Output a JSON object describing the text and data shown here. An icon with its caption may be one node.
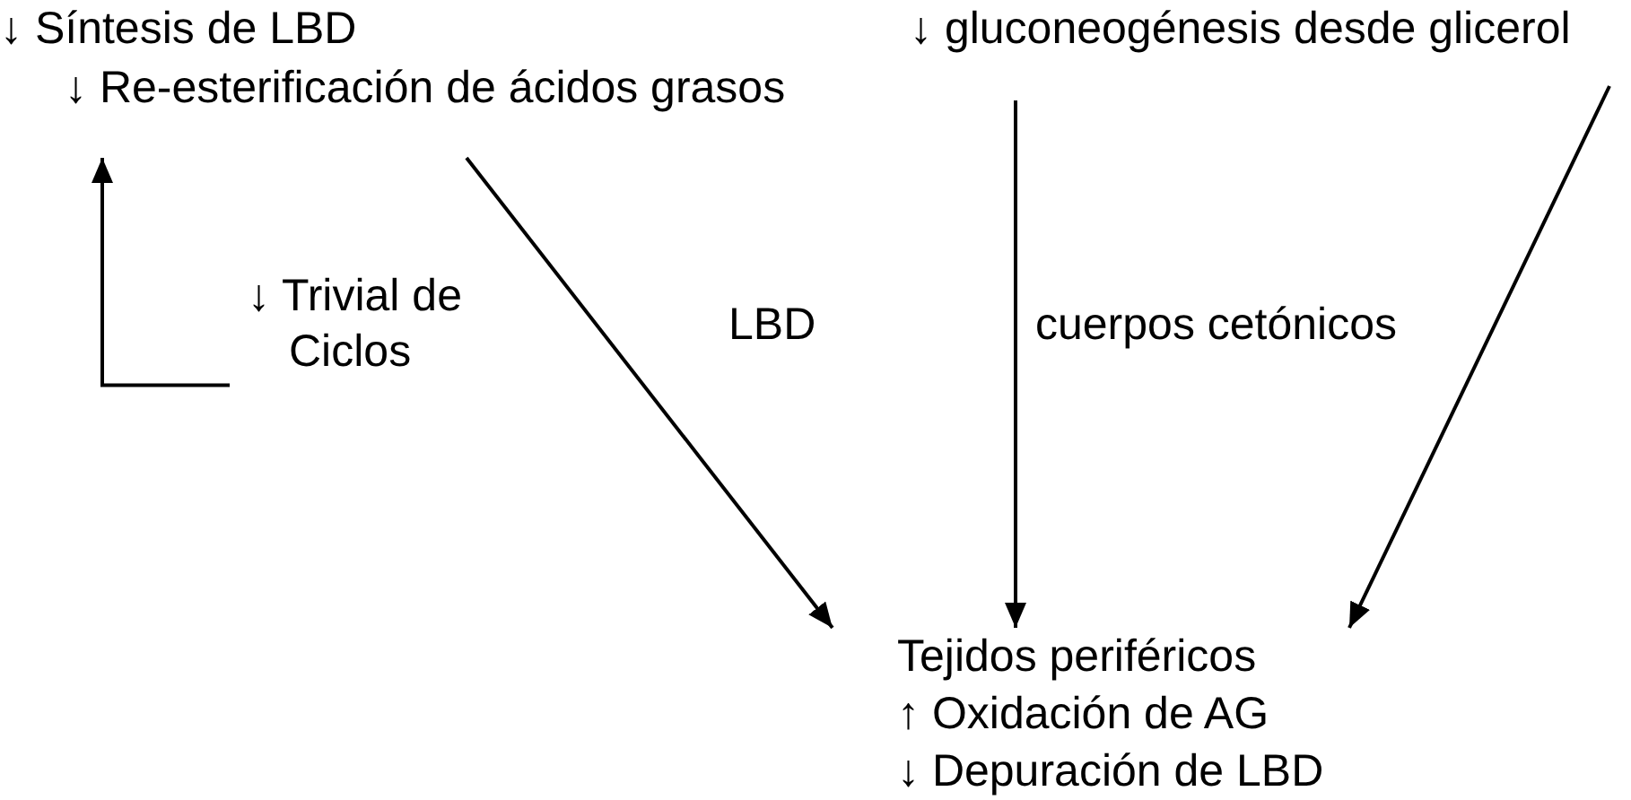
{
  "diagram": {
    "nodes": [
      {
        "text": [
          "↓ Síntesis de LBD",
          "↓ Re-esterificación de ácidos grasos"
        ]
      },
      {
        "text": [
          "↓ Trivial de Ciclos"
        ]
      },
      {
        "text": [
          "↓ gluconeogénesis desde glicerol"
        ]
      },
      {
        "text": [
          "Tejidos periféricos",
          "↑ Oxidación de AG",
          "↓ Depuración de LBD"
        ]
      }
    ],
    "edges": [
      {
        "from": 1,
        "to": 0,
        "arrow": "to"
      },
      {
        "from": 0,
        "to": 3,
        "arrow": "to",
        "label": "LBD"
      },
      {
        "from": null,
        "to": 3,
        "arrow": "to",
        "label": "cuerpos cetónicos"
      },
      {
        "from": 2,
        "to": 3,
        "arrow": "to"
      }
    ]
  }
}
